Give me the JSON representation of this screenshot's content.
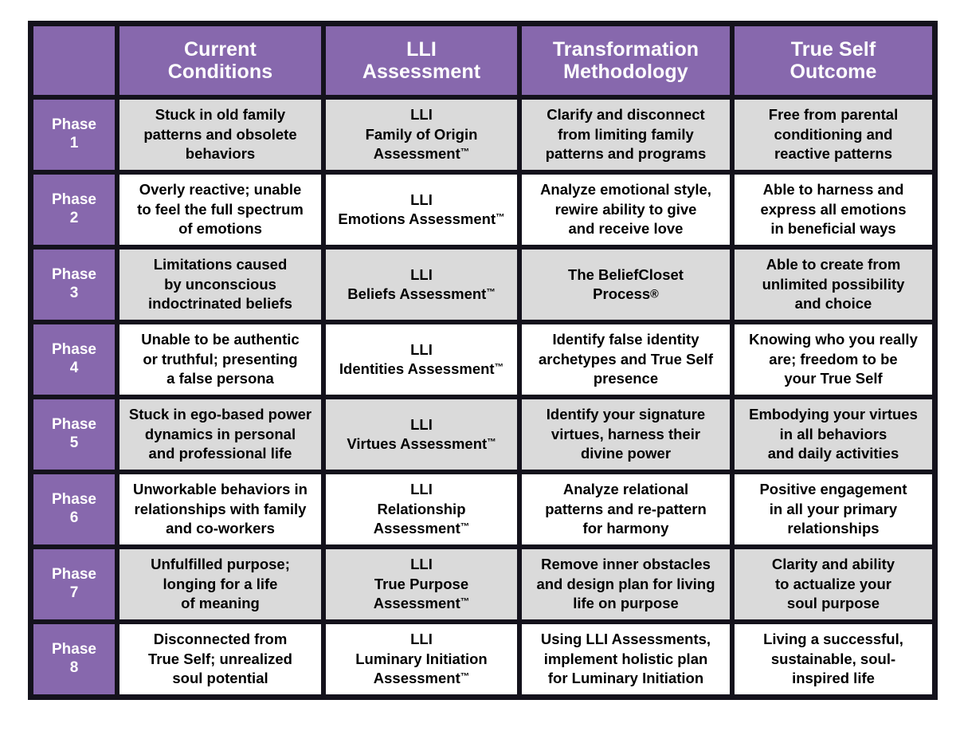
{
  "theme": {
    "header_bg": "#8768AD",
    "phase_bg": "#8768AD",
    "header_text": "#FFFFFF",
    "grid_line": "#14121C",
    "row_shaded_bg": "#DADADA",
    "row_plain_bg": "#FFFFFF",
    "body_text": "#000000"
  },
  "table": {
    "columns": [
      {
        "key": "phase",
        "label_line1": "",
        "label_line2": ""
      },
      {
        "key": "cond",
        "label_line1": "Current",
        "label_line2": "Conditions"
      },
      {
        "key": "assess",
        "label_line1": "LLI",
        "label_line2": "Assessment"
      },
      {
        "key": "method",
        "label_line1": "Transformation",
        "label_line2": "Methodology"
      },
      {
        "key": "outcome",
        "label_line1": "True Self",
        "label_line2": "Outcome"
      }
    ],
    "rows": [
      {
        "shaded": true,
        "phase_word": "Phase",
        "phase_num": "1",
        "cond": [
          "Stuck in old family",
          "patterns and obsolete",
          "behaviors"
        ],
        "assess": [
          "LLI",
          "Family of Origin",
          "Assessment™"
        ],
        "method": [
          "Clarify and disconnect",
          "from limiting family",
          "patterns and programs"
        ],
        "outcome": [
          "Free from parental",
          "conditioning and",
          "reactive patterns"
        ]
      },
      {
        "shaded": false,
        "phase_word": "Phase",
        "phase_num": "2",
        "cond": [
          "Overly reactive; unable",
          "to feel the full spectrum",
          "of emotions"
        ],
        "assess": [
          "LLI",
          "Emotions Assessment™"
        ],
        "method": [
          "Analyze emotional style,",
          "rewire ability to give",
          "and receive love"
        ],
        "outcome": [
          "Able to harness and",
          "express all emotions",
          "in beneficial ways"
        ]
      },
      {
        "shaded": true,
        "phase_word": "Phase",
        "phase_num": "3",
        "cond": [
          "Limitations caused",
          "by unconscious",
          "indoctrinated beliefs"
        ],
        "assess": [
          "LLI",
          "Beliefs Assessment™"
        ],
        "method": [
          "The BeliefCloset",
          "Process®"
        ],
        "outcome": [
          "Able to create from",
          "unlimited possibility",
          "and choice"
        ]
      },
      {
        "shaded": false,
        "phase_word": "Phase",
        "phase_num": "4",
        "cond": [
          "Unable to be authentic",
          "or truthful; presenting",
          "a false persona"
        ],
        "assess": [
          "LLI",
          "Identities Assessment™"
        ],
        "method": [
          "Identify false identity",
          "archetypes and True Self",
          "presence"
        ],
        "outcome": [
          "Knowing who you really",
          "are; freedom to be",
          "your True Self"
        ]
      },
      {
        "shaded": true,
        "phase_word": "Phase",
        "phase_num": "5",
        "cond": [
          "Stuck in ego-based power",
          "dynamics in personal",
          "and professional life"
        ],
        "assess": [
          "LLI",
          "Virtues Assessment™"
        ],
        "method": [
          "Identify your signature",
          "virtues, harness their",
          "divine power"
        ],
        "outcome": [
          "Embodying your virtues",
          "in all behaviors",
          "and daily activities"
        ]
      },
      {
        "shaded": false,
        "phase_word": "Phase",
        "phase_num": "6",
        "cond": [
          "Unworkable behaviors in",
          "relationships with family",
          "and co-workers"
        ],
        "assess": [
          "LLI",
          "Relationship",
          "Assessment™"
        ],
        "method": [
          "Analyze relational",
          "patterns and re-pattern",
          "for harmony"
        ],
        "outcome": [
          "Positive engagement",
          "in all your primary",
          "relationships"
        ]
      },
      {
        "shaded": true,
        "phase_word": "Phase",
        "phase_num": "7",
        "cond": [
          "Unfulfilled purpose;",
          "longing for a life",
          "of meaning"
        ],
        "assess": [
          "LLI",
          "True Purpose",
          "Assessment™"
        ],
        "method": [
          "Remove inner obstacles",
          "and design plan for living",
          "life on purpose"
        ],
        "outcome": [
          "Clarity and ability",
          "to actualize your",
          "soul purpose"
        ]
      },
      {
        "shaded": false,
        "phase_word": "Phase",
        "phase_num": "8",
        "cond": [
          "Disconnected from",
          "True Self; unrealized",
          "soul potential"
        ],
        "assess": [
          "LLI",
          "Luminary Initiation",
          "Assessment™"
        ],
        "method": [
          "Using LLI Assessments,",
          "implement holistic plan",
          "for Luminary Initiation"
        ],
        "outcome": [
          "Living a successful,",
          "sustainable, soul-",
          "inspired life"
        ]
      }
    ]
  }
}
